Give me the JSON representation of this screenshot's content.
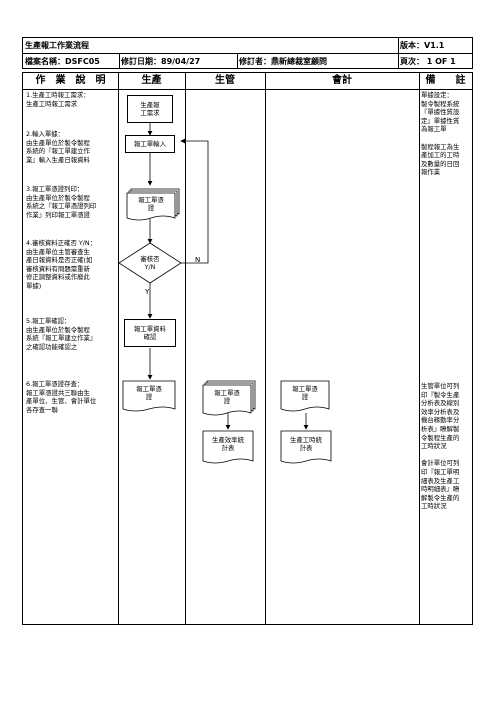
{
  "header": {
    "title": "生產報工作業流程",
    "version": "版本：V1.1",
    "file_name": "檔案名稱：DSFC05",
    "revise_date": "修訂日期：89/04/27",
    "reviser": "修訂者：鼎新總裁室顧問",
    "page": "頁次： 1 OF 1"
  },
  "columns": {
    "description": "作　業　說　明",
    "production": "生產",
    "production_control": "生管",
    "accounting": "會計",
    "remarks": "備　　註"
  },
  "steps": [
    "1.生產工時報工需求：\n生產工時報工需求",
    "2.輸入單據：\n由生產單位於製令製程\n系統的『報工單建立作\n業』輸入生產日報資料",
    "3.報工單憑證列印：\n由生產單位於製令製程\n系統之『報工單憑證列印\n作業』列印報工單憑證",
    "4.審核資料正確否 Y/N：\n由生產單位主管審查生\n產日報資料是否正確(如\n審核資料有問題需重新\n修正調整資料或作廢此\n單據)",
    "5.報工單確認：\n由生產單位於製令製程\n系統『報工單建立作業』\n之確認功能確認之",
    "6.報工單憑證存查：\n報工單憑證共三聯由生\n產單位、生管、會計單位\n各存查一聯"
  ],
  "flow": {
    "need": "生產報\n工需求",
    "input": "報工單輸入",
    "print_doc": "報工單憑\n證",
    "review": "審核否\nY/N",
    "no_label": "N",
    "yes_label": "Y",
    "confirm": "報工單資料\n確認",
    "file_prod": "報工單憑\n證",
    "file_pc": "報工單憑\n證",
    "file_acc": "報工單憑\n證",
    "report_pc": "生產效率統\n計表",
    "report_acc": "生產工時統\n計表"
  },
  "remarks": [
    "單據設定：\n製令製程系統\n『單據性質設\n定』單據性質\n為報工單\n\n製程報工為生\n產加工的工時\n及數量的日回\n報作業",
    "生管單位可列\n印『製令生產\n分析表及線別\n效率分析表及\n機台稼動率分\n析表』瞭解製\n令製程生產的\n工時狀況\n\n會計單位可列\n印『報工單明\n細表及生產工\n時明細表』瞭\n解製令生產的\n工時狀況"
  ]
}
